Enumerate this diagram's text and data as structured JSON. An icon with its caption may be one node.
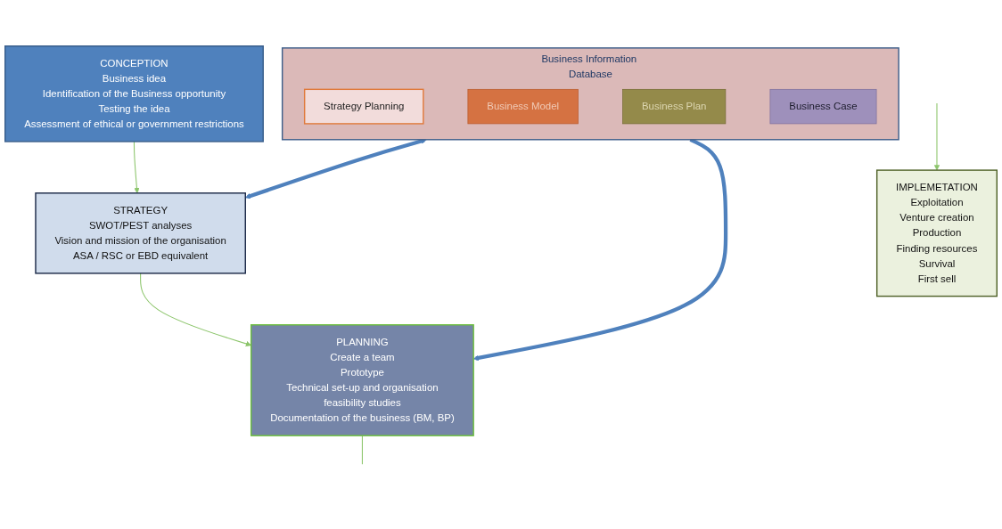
{
  "diagram": {
    "nodes": [
      {
        "text": [
          "Business Information Database"
        ]
      },
      {
        "text": [
          "Strategy Planning"
        ],
        "in": 0
      },
      {
        "text": [
          "Business Model"
        ],
        "in": 0
      },
      {
        "text": [
          "Business Plan"
        ],
        "in": 0
      },
      {
        "text": [
          "Business Case"
        ],
        "in": 0
      },
      {
        "text": [
          "CONCEPTION",
          "Business idea",
          "Identification of the Business opportunity",
          "Testing the idea",
          "Assessment of  ethical or government restrictions"
        ]
      },
      {
        "text": [
          "STRATEGY",
          "SWOT/PEST analyses",
          "Vision and mission of the organisation",
          "ASA / RSC  or EBD equivalent"
        ]
      },
      {
        "text": [
          "PLANNING",
          "Create a team",
          "Prototype",
          "Technical set-up and organisation",
          "feasibility studies",
          "Documentation of the business (BM, BP)"
        ]
      },
      {
        "text": [
          "IMPLEMETATION",
          "Exploitation",
          "Venture creation",
          "Production",
          "Finding resources",
          "Survival",
          "First sell"
        ]
      }
    ],
    "edges": [
      {
        "from": 0,
        "to": 6,
        "arrow": "both",
        "style": "thick",
        "color": "#4f81bd"
      },
      {
        "from": 0,
        "to": 7,
        "arrow": "to",
        "style": "thick",
        "color": "#4f81bd"
      },
      {
        "from": 5,
        "to": 6,
        "arrow": "to"
      },
      {
        "from": 6,
        "to": 7,
        "arrow": "to"
      },
      {
        "from": 7,
        "to": null,
        "arrow": "none"
      },
      {
        "from": null,
        "to": 8,
        "arrow": "to"
      }
    ]
  }
}
